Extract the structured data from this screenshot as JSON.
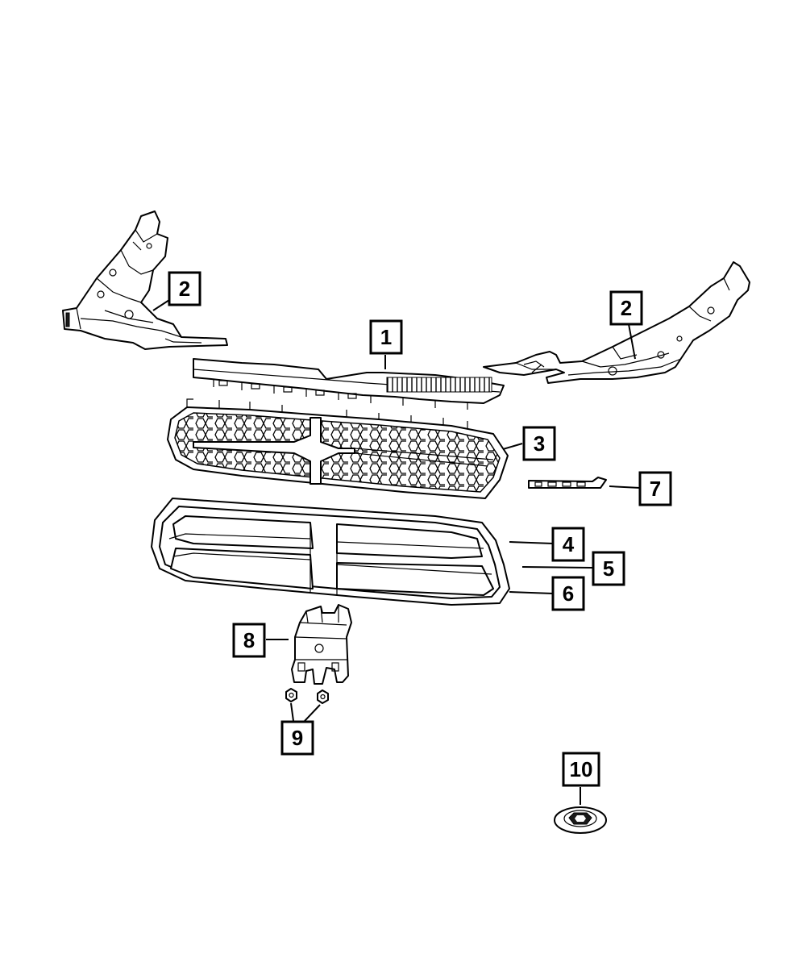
{
  "callouts": {
    "c1": "1",
    "c2_left": "2",
    "c2_right": "2",
    "c3": "3",
    "c4": "4",
    "c5": "5",
    "c6": "6",
    "c7": "7",
    "c8": "8",
    "c9": "9",
    "c10": "10"
  },
  "colors": {
    "ink": "#000000",
    "paper": "#ffffff"
  }
}
